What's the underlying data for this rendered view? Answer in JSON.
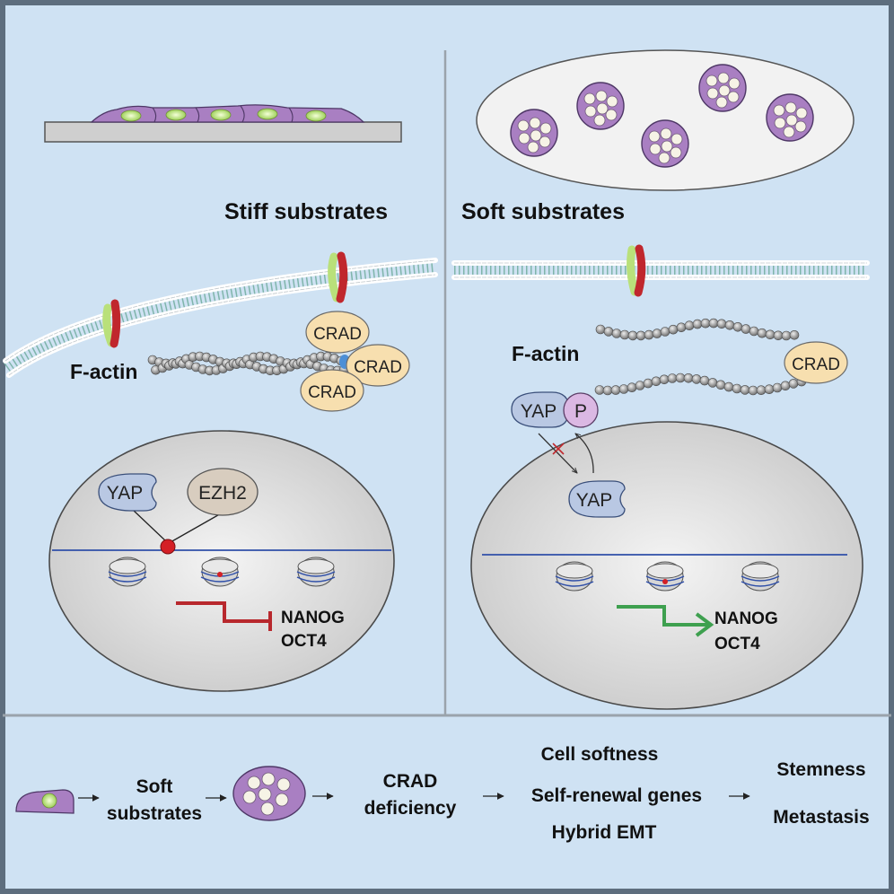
{
  "panels": {
    "stiff": {
      "title": "Stiff  substrates",
      "factin_label": "F-actin",
      "crad_labels": [
        "CRAD",
        "CRAD",
        "CRAD"
      ],
      "yap_label": "YAP",
      "ezh2_label": "EZH2",
      "gene1": "NANOG",
      "gene2": "OCT4"
    },
    "soft": {
      "title": "Soft  substrates",
      "factin_label": "F-actin",
      "crad_label": "CRAD",
      "yap_p_label": "YAP",
      "p_label": "P",
      "yap_nuc_label": "YAP",
      "gene1": "NANOG",
      "gene2": "OCT4"
    }
  },
  "flow": {
    "step1": [
      "Soft",
      "substrates"
    ],
    "step2": [
      "CRAD",
      "deficiency"
    ],
    "step3": [
      "Cell softness",
      "Self-renewal genes",
      "Hybrid EMT"
    ],
    "step4": [
      "Stemness",
      "Metastasis"
    ]
  },
  "colors": {
    "background": "#cfe2f3",
    "border": "#5e6e7e",
    "cell_purple": "#a97fc2",
    "nucleus_green": "#b9e07a",
    "crad_fill": "#f7dfaf",
    "yap_fill": "#b9c8e3",
    "ezh2_fill": "#d8cdbf",
    "p_fill": "#dbb8e3",
    "repress_red": "#b8282d",
    "activate_green": "#3ea04f"
  }
}
